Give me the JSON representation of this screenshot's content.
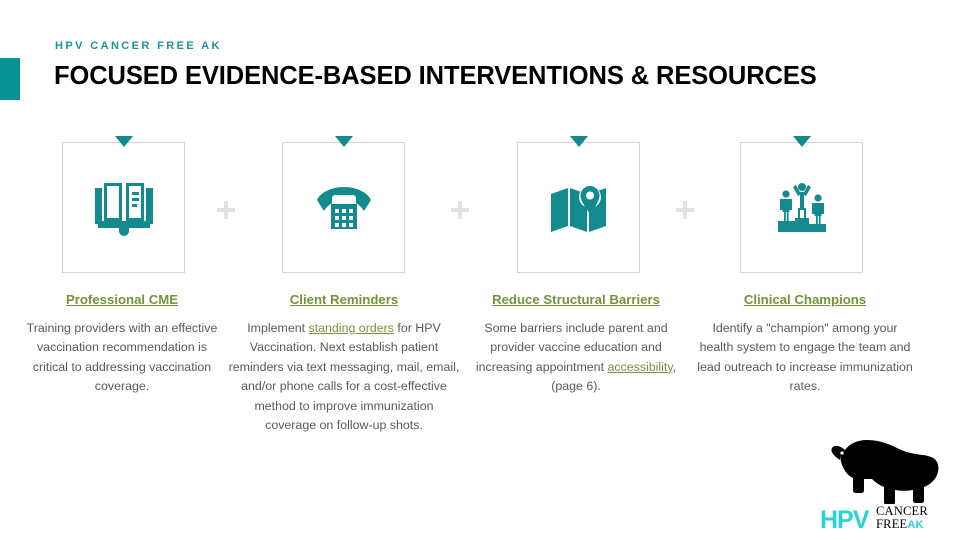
{
  "header": {
    "eyebrow": "HPV CANCER FREE AK",
    "title": "FOCUSED EVIDENCE-BASED INTERVENTIONS & RESOURCES",
    "accent_color": "#0a9396",
    "eyebrow_color": "#1f9398",
    "title_color": "#000000"
  },
  "theme": {
    "icon_teal": "#138a8e",
    "card_border": "#d4d4d4",
    "plus_gray": "#e2e2e2",
    "heading_green": "#76923c",
    "body_gray": "#595959",
    "logo_teal": "#2ad4d4"
  },
  "separators": [
    {
      "glyph": "+"
    },
    {
      "glyph": "+"
    },
    {
      "glyph": "+"
    }
  ],
  "columns": [
    {
      "icon": "open-book-icon",
      "heading": "Professional CME",
      "body_parts": [
        {
          "text": "Training providers with an effective vaccination recommendation is critical to addressing vaccination coverage.",
          "link": false
        }
      ]
    },
    {
      "icon": "telephone-icon",
      "heading": "Client Reminders",
      "body_parts": [
        {
          "text": "Implement ",
          "link": false
        },
        {
          "text": "standing orders",
          "link": true
        },
        {
          "text": "  for HPV Vaccination. Next establish patient reminders via text messaging, mail, email, and/or phone calls for a cost-effective method to improve immunization coverage on follow-up shots.",
          "link": false
        }
      ]
    },
    {
      "icon": "map-pin-icon",
      "heading": "Reduce Structural Barriers",
      "body_parts": [
        {
          "text": "Some barriers include parent and provider vaccine education and increasing appointment ",
          "link": false
        },
        {
          "text": "accessibility",
          "link": true
        },
        {
          "text": ", (page 6).",
          "link": false
        }
      ]
    },
    {
      "icon": "podium-winners-icon",
      "heading": "Clinical Champions",
      "body_parts": [
        {
          "text": "Identify a \"champion\" among your health system to engage the team and lead outreach to increase immunization rates.",
          "link": false
        }
      ]
    }
  ],
  "logo": {
    "name": "hpv-cancer-free-ak-logo",
    "hpv": "HPV",
    "cancer": "CANCER",
    "free": "FREE",
    "ak": "AK"
  }
}
